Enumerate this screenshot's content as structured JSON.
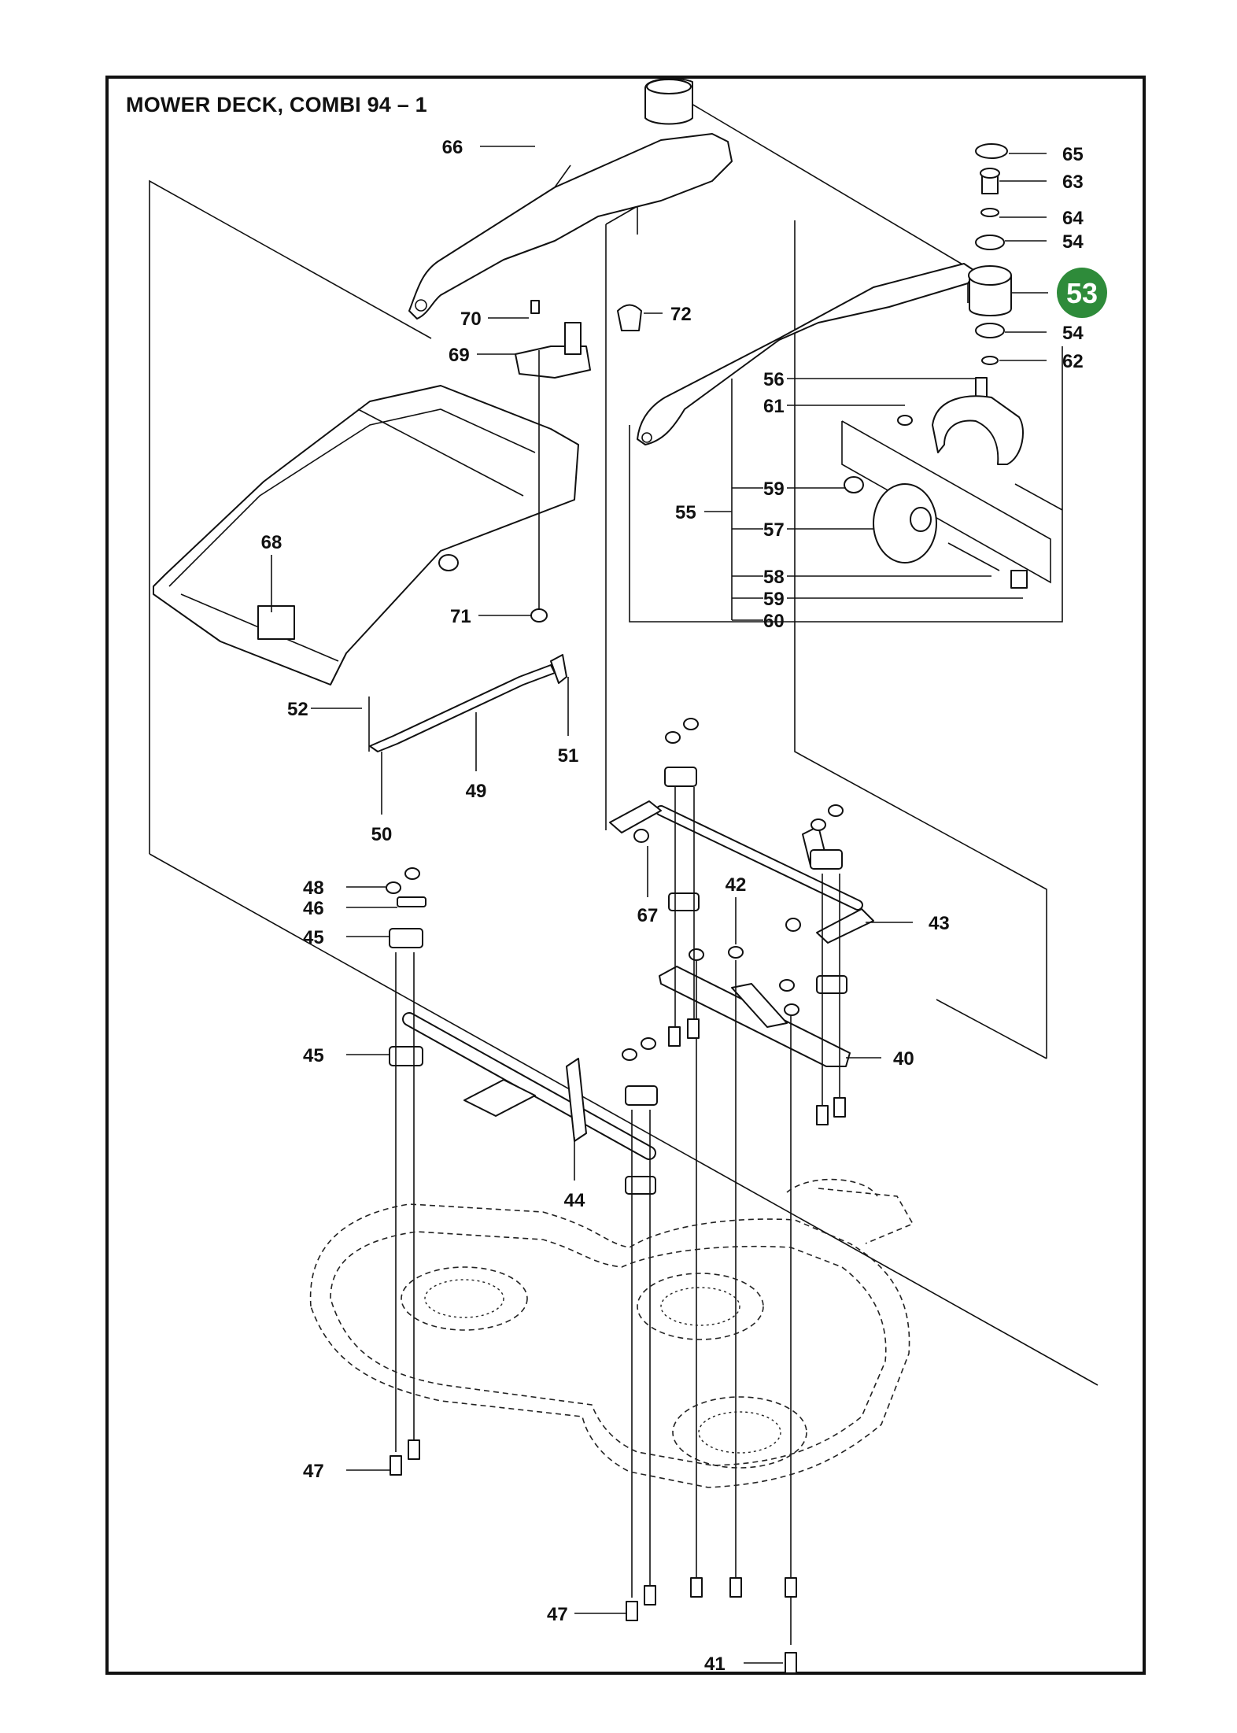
{
  "title": "MOWER DECK, COMBI 94 – 1",
  "highlight": {
    "label": "53",
    "color": "#2e8b3a"
  },
  "callouts": [
    {
      "label": "66"
    },
    {
      "label": "65"
    },
    {
      "label": "63"
    },
    {
      "label": "64"
    },
    {
      "label": "54"
    },
    {
      "label": "54"
    },
    {
      "label": "62"
    },
    {
      "label": "70"
    },
    {
      "label": "72"
    },
    {
      "label": "69"
    },
    {
      "label": "56"
    },
    {
      "label": "61"
    },
    {
      "label": "55"
    },
    {
      "label": "59"
    },
    {
      "label": "57"
    },
    {
      "label": "58"
    },
    {
      "label": "59"
    },
    {
      "label": "60"
    },
    {
      "label": "68"
    },
    {
      "label": "71"
    },
    {
      "label": "52"
    },
    {
      "label": "51"
    },
    {
      "label": "49"
    },
    {
      "label": "50"
    },
    {
      "label": "48"
    },
    {
      "label": "46"
    },
    {
      "label": "45"
    },
    {
      "label": "42"
    },
    {
      "label": "67"
    },
    {
      "label": "43"
    },
    {
      "label": "45"
    },
    {
      "label": "40"
    },
    {
      "label": "44"
    },
    {
      "label": "47"
    },
    {
      "label": "47"
    },
    {
      "label": "41"
    }
  ]
}
